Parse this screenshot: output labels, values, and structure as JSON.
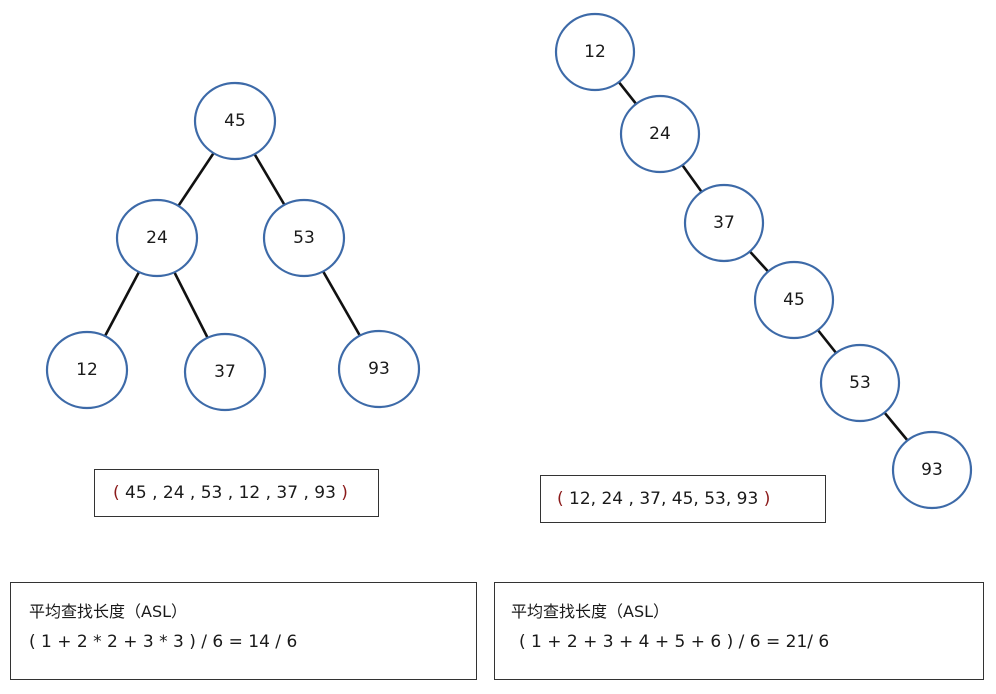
{
  "trees": [
    {
      "id": "balanced",
      "nodes": [
        {
          "key": "45",
          "label": "45"
        },
        {
          "key": "24",
          "label": "24"
        },
        {
          "key": "53",
          "label": "53"
        },
        {
          "key": "12",
          "label": "12"
        },
        {
          "key": "37",
          "label": "37"
        },
        {
          "key": "93",
          "label": "93"
        }
      ],
      "edges": [
        [
          "45",
          "24"
        ],
        [
          "45",
          "53"
        ],
        [
          "24",
          "12"
        ],
        [
          "24",
          "37"
        ],
        [
          "53",
          "93"
        ]
      ]
    },
    {
      "id": "skewed",
      "nodes": [
        {
          "key": "12",
          "label": "12"
        },
        {
          "key": "24",
          "label": "24"
        },
        {
          "key": "37",
          "label": "37"
        },
        {
          "key": "45",
          "label": "45"
        },
        {
          "key": "53",
          "label": "53"
        },
        {
          "key": "93",
          "label": "93"
        }
      ],
      "edges": [
        [
          "12",
          "24"
        ],
        [
          "24",
          "37"
        ],
        [
          "37",
          "45"
        ],
        [
          "45",
          "53"
        ],
        [
          "53",
          "93"
        ]
      ]
    }
  ],
  "sequences": {
    "left": {
      "open": "(",
      "values": " 45 , 24 , 53 , 12 , 37 , 93 ",
      "close": ")"
    },
    "right": {
      "open": "(",
      "values": " 12, 24 , 37, 45, 53, 93 ",
      "close": ")"
    }
  },
  "asl": {
    "left": {
      "title": "平均查找长度（ASL）",
      "formula": "( 1 + 2 * 2 + 3 * 3 ) / 6 = 14 / 6"
    },
    "right": {
      "title": "平均查找长度（ASL）",
      "formula": "( 1 + 2 + 3 + 4 + 5 + 6 ) / 6 = 21/ 6"
    }
  },
  "colors": {
    "node_stroke": "#3d6aa8",
    "edge": "#111111",
    "paren": "#8b1a1a"
  }
}
